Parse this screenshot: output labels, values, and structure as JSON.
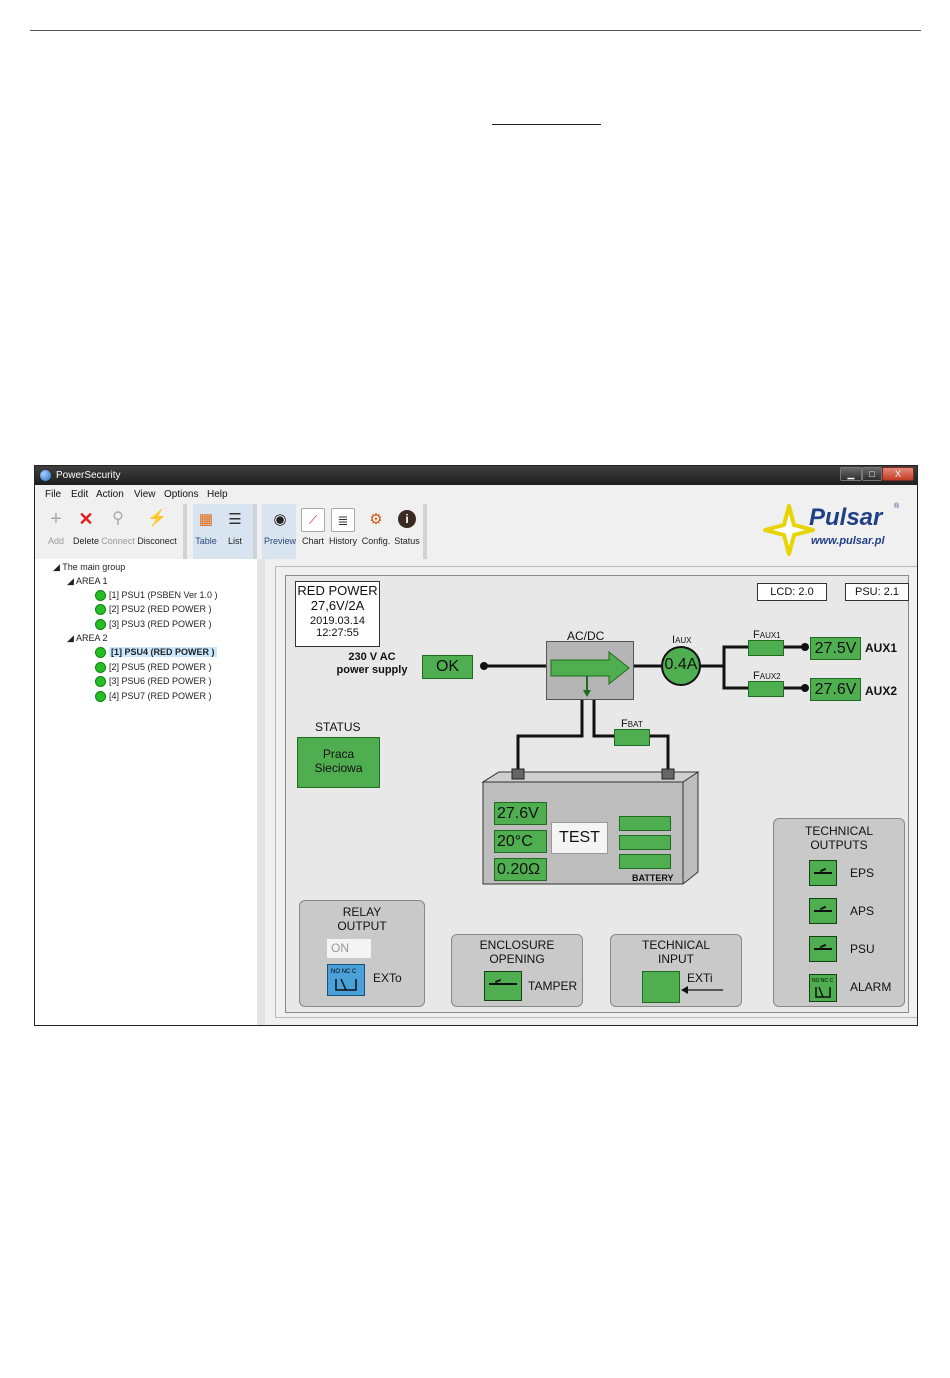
{
  "app": {
    "title": "PowerSecurity"
  },
  "window_controls": {
    "minimize": "▁",
    "maximize": "□",
    "close": "X"
  },
  "menu": [
    "File",
    "Edit",
    "Action",
    "View",
    "Options",
    "Help"
  ],
  "toolbar": {
    "add": "Add",
    "delete": "Delete",
    "connect": "Connect",
    "disconnect": "Disconect",
    "table": "Table",
    "list": "List",
    "preview": "Preview",
    "chart": "Chart",
    "history": "History",
    "config": "Config.",
    "status": "Status"
  },
  "logo": {
    "name": "Pulsar",
    "reg": "®",
    "url": "www.pulsar.pl"
  },
  "tree": {
    "root": "The main group",
    "area1": {
      "label": "AREA 1",
      "items": [
        "[1] PSU1 (PSBEN Ver 1.0 )",
        "[2] PSU2 (RED POWER )",
        "[3] PSU3 (RED POWER )"
      ]
    },
    "area2": {
      "label": "AREA 2",
      "items": [
        "[1] PSU4 (RED POWER )",
        "[2] PSU5 (RED POWER )",
        "[3] PSU6 (RED POWER )",
        "[4] PSU7 (RED POWER )"
      ]
    }
  },
  "device": {
    "name": "RED POWER",
    "rating": "27,6V/2A",
    "date": "2019.03.14",
    "time": "12:27:55",
    "lcd": "LCD: 2.0",
    "psu": "PSU: 2.1"
  },
  "mains": {
    "label1": "230 V AC",
    "label2": "power supply",
    "status": "OK"
  },
  "acdc": "AC/DC",
  "iaux": {
    "label": "I",
    "sub": "AUX",
    "value": "0.4A"
  },
  "aux1": {
    "fuse": "F",
    "fuse_sub": "AUX1",
    "value": "27.5V",
    "label": "AUX1"
  },
  "aux2": {
    "fuse": "F",
    "fuse_sub": "AUX2",
    "value": "27.6V",
    "label": "AUX2"
  },
  "fbat": {
    "label": "F",
    "sub": "BAT"
  },
  "status": {
    "title": "STATUS",
    "line1": "Praca",
    "line2": "Sieciowa"
  },
  "battery": {
    "voltage": "27.6V",
    "temp": "20°C",
    "resistance": "0.20Ω",
    "test": "TEST",
    "label": "BATTERY"
  },
  "technical_outputs": {
    "title1": "TECHNICAL",
    "title2": "OUTPUTS",
    "eps": "EPS",
    "aps": "APS",
    "psu": "PSU",
    "alarm": "ALARM"
  },
  "relay": {
    "title1": "RELAY",
    "title2": "OUTPUT",
    "state": "ON",
    "ext": "EXTo",
    "contacts": "NO NC C"
  },
  "enclosure": {
    "title1": "ENCLOSURE",
    "title2": "OPENING",
    "tamper": "TAMPER"
  },
  "tech_input": {
    "title1": "TECHNICAL",
    "title2": "INPUT",
    "ext": "EXTi"
  },
  "colors": {
    "green": "#4fae4f",
    "title_bar": "#2b2b2b",
    "selection": "#cce8ff"
  }
}
